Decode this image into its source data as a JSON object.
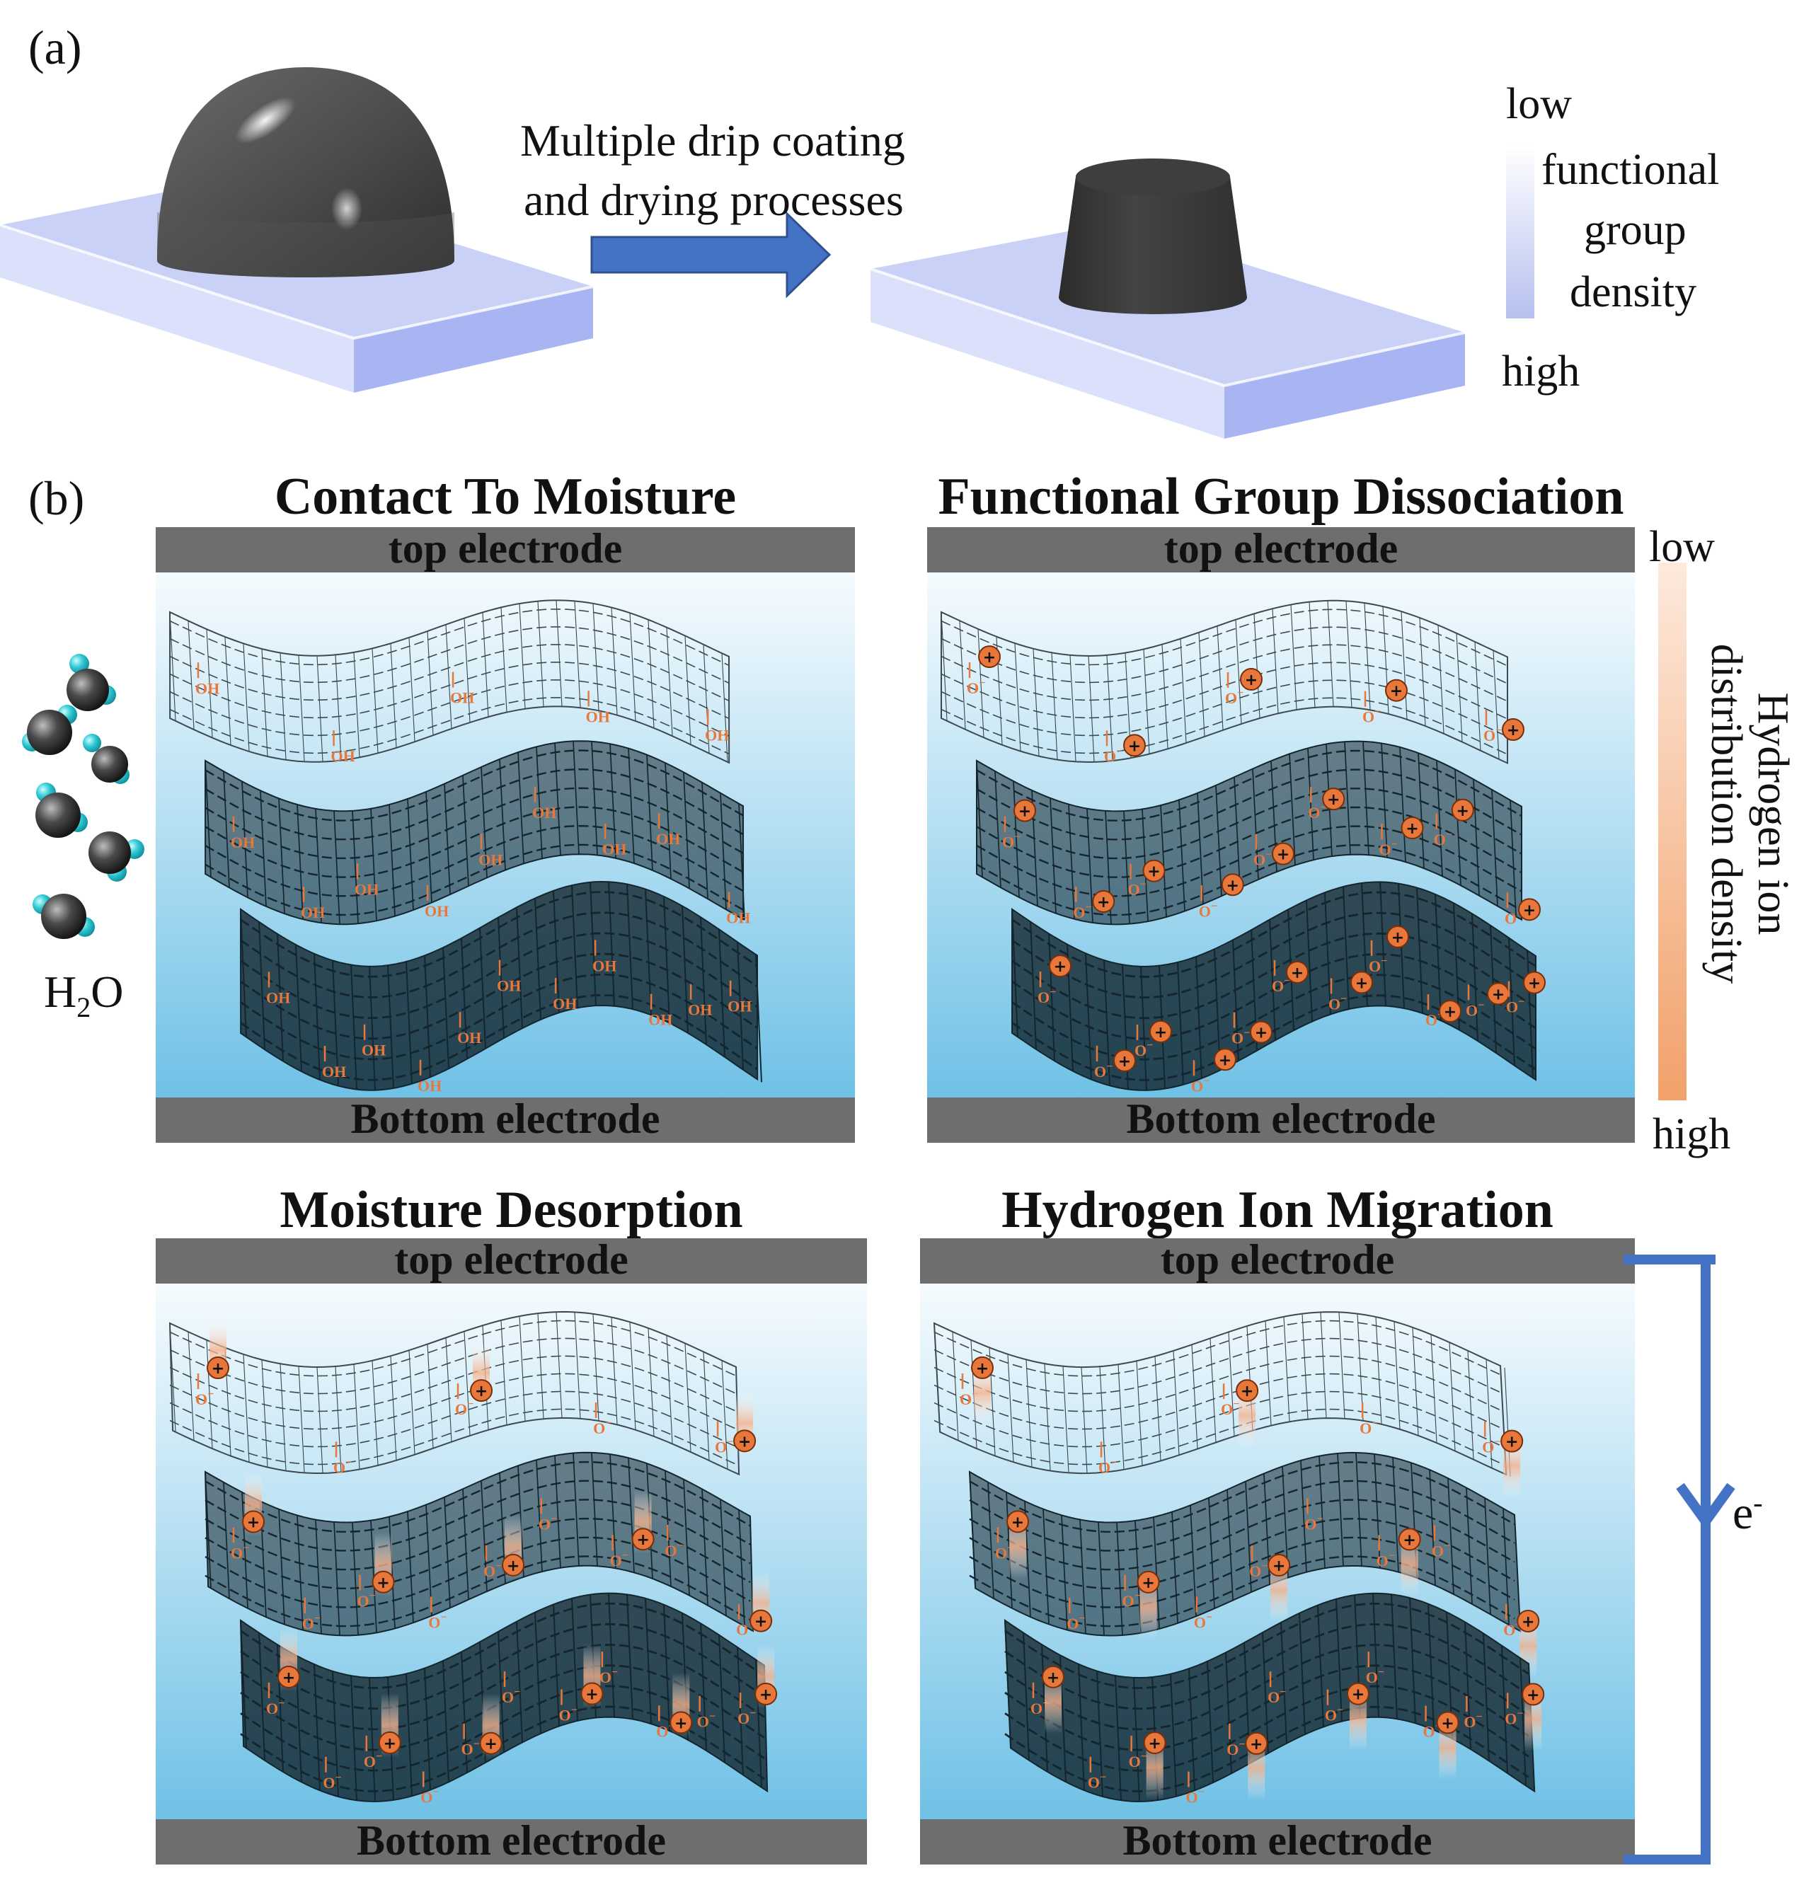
{
  "panel_a": {
    "label": "(a)",
    "process_line1": "Multiple drip coating",
    "process_line2": "and drying processes",
    "legend": {
      "low": "low",
      "high": "high",
      "line1": "functional",
      "line2": "group",
      "line3": "density"
    }
  },
  "panel_b": {
    "label": "(b)",
    "water_label_main": "H",
    "water_label_sub": "2",
    "water_label_end": "O",
    "steps": [
      {
        "title": "Contact To Moisture",
        "top": "top electrode",
        "bottom": "Bottom electrode"
      },
      {
        "title": "Functional Group Dissociation",
        "top": "top electrode",
        "bottom": "Bottom electrode"
      },
      {
        "title": "Moisture Desorption",
        "top": "top electrode",
        "bottom": "Bottom electrode"
      },
      {
        "title": "Hydrogen Ion Migration",
        "top": "top electrode",
        "bottom": "Bottom electrode"
      }
    ],
    "ion_legend": {
      "low": "low",
      "high": "high",
      "line1": "Hydrogen ion",
      "line2": "distribution density"
    },
    "electron_label": "e",
    "electron_sup": "-",
    "group_labels": {
      "oh": "OH",
      "o_minus": "O",
      "minus": "−",
      "plus": "+"
    }
  },
  "colors": {
    "substrate_top": "#c9d1f7",
    "substrate_side": "#a9b5f2",
    "film": "#3b3b3b",
    "arrow": "#4472c4",
    "electrode": "#6e6e6e",
    "cell_top": "#f6fbfe",
    "cell_bottom": "#6fc1e6",
    "ion": "#e8773c",
    "graphene_light": "#3c4a50",
    "graphene_dark": "#13252d",
    "circuit": "#4472c4"
  }
}
